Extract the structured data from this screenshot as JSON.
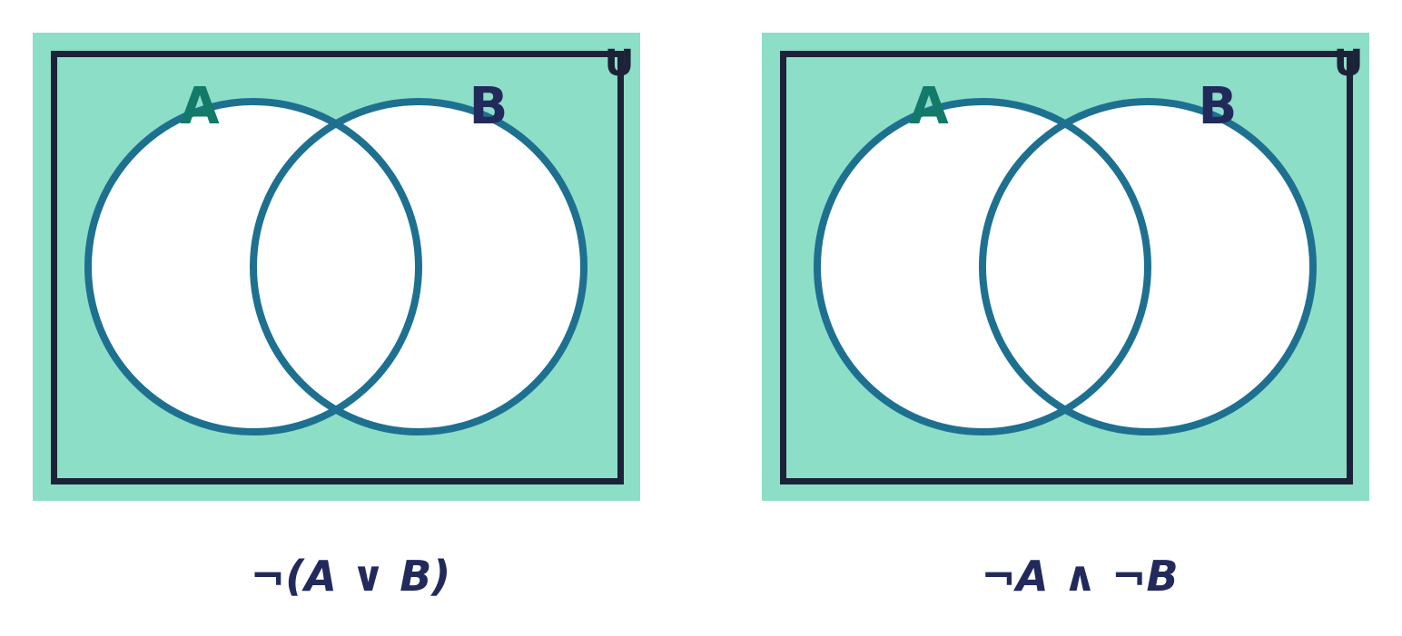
{
  "colors": {
    "fill": "#8cdec7",
    "inside": "#ffffff",
    "frame": "#1c2238",
    "circle_stroke": "#1e7090",
    "label_a": "#127a68",
    "label_b": "#222a5c",
    "formula": "#222a5c"
  },
  "diagrams": [
    {
      "universe_label": "U",
      "set_a_label": "A",
      "set_b_label": "B",
      "formula": "¬(A ∨ B)",
      "shaded_region": "complement of union"
    },
    {
      "universe_label": "U",
      "set_a_label": "A",
      "set_b_label": "B",
      "formula": "¬A ∧ ¬B",
      "shaded_region": "complement of union"
    }
  ]
}
